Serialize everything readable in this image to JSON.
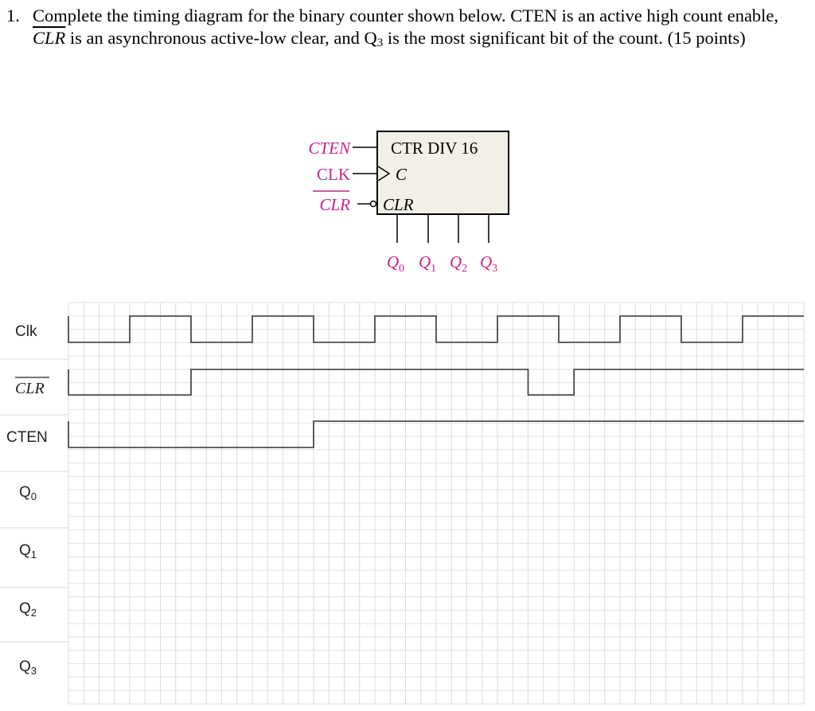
{
  "question": {
    "number": "1.",
    "text_part1": "Complete the timing diagram for the binary counter shown below. CTEN is an active high count enable, ",
    "clr_term": "CLR",
    "text_part2": " is an asynchronous active-low clear, and Q",
    "q3_sub": "3",
    "text_part3": " is the most significant bit of the count.  (15 points)"
  },
  "block": {
    "title": "CTR DIV 16",
    "inputs": [
      "CTEN",
      "CLK",
      "CLR"
    ],
    "internal_clock": "C",
    "internal_clear": "CLR",
    "outputs": [
      {
        "base": "Q",
        "sub": "0"
      },
      {
        "base": "Q",
        "sub": "1"
      },
      {
        "base": "Q",
        "sub": "2"
      },
      {
        "base": "Q",
        "sub": "3"
      }
    ],
    "input_color": "#cc1f8a",
    "output_color": "#cc1f8a",
    "box_fill": "#f2f0e6"
  },
  "timing": {
    "signal_labels": [
      {
        "base": "Clk",
        "sub": ""
      },
      {
        "base": "CLR",
        "sub": ""
      },
      {
        "base": "CTEN",
        "sub": ""
      },
      {
        "base": "Q",
        "sub": "0"
      },
      {
        "base": "Q",
        "sub": "1"
      },
      {
        "base": "Q",
        "sub": "2"
      },
      {
        "base": "Q",
        "sub": "3"
      }
    ],
    "waveforms": {
      "clk": [
        0,
        1,
        0,
        1,
        0,
        1,
        0,
        1,
        0,
        1,
        0,
        1
      ],
      "clr": [
        [
          0,
          0
        ],
        [
          2,
          1
        ],
        [
          7.5,
          0
        ],
        [
          8.25,
          1
        ],
        [
          12,
          1
        ]
      ],
      "cten": [
        [
          0,
          0
        ],
        [
          4,
          1
        ],
        [
          12,
          1
        ]
      ]
    }
  }
}
